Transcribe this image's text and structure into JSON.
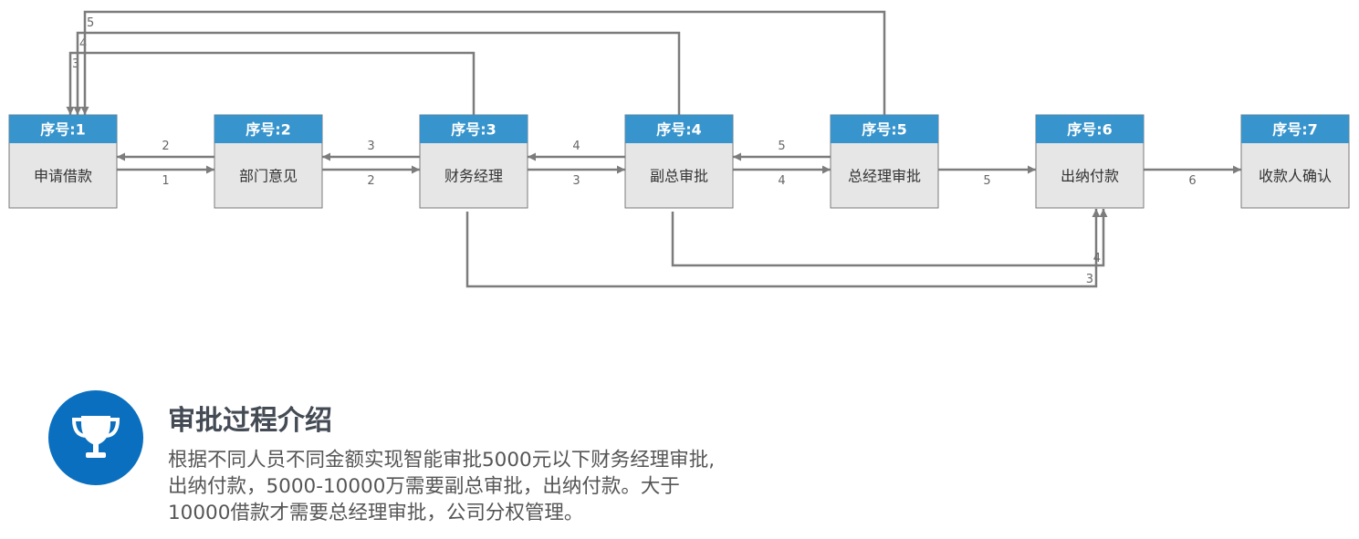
{
  "colors": {
    "header": "#3794cc",
    "body": "#e6e6e6",
    "border": "#7a7a7a",
    "edge": "#7c7c7c",
    "icon_bg": "#0a6fbe",
    "icon_fg": "#ffffff"
  },
  "nodes": [
    {
      "id": 1,
      "header": "序号:1",
      "label": "申请借款"
    },
    {
      "id": 2,
      "header": "序号:2",
      "label": "部门意见"
    },
    {
      "id": 3,
      "header": "序号:3",
      "label": "财务经理"
    },
    {
      "id": 4,
      "header": "序号:4",
      "label": "副总审批"
    },
    {
      "id": 5,
      "header": "序号:5",
      "label": "总经理审批"
    },
    {
      "id": 6,
      "header": "序号:6",
      "label": "出纳付款"
    },
    {
      "id": 7,
      "header": "序号:7",
      "label": "收款人确认"
    }
  ],
  "edges": {
    "forward": [
      {
        "from": 1,
        "to": 2,
        "label": "1"
      },
      {
        "from": 2,
        "to": 3,
        "label": "2"
      },
      {
        "from": 3,
        "to": 4,
        "label": "3"
      },
      {
        "from": 4,
        "to": 5,
        "label": "4"
      },
      {
        "from": 5,
        "to": 6,
        "label": "5"
      },
      {
        "from": 6,
        "to": 7,
        "label": "6"
      }
    ],
    "backward": [
      {
        "from": 2,
        "to": 1,
        "label": "2"
      },
      {
        "from": 3,
        "to": 2,
        "label": "3"
      },
      {
        "from": 4,
        "to": 3,
        "label": "4"
      },
      {
        "from": 5,
        "to": 4,
        "label": "5"
      }
    ],
    "return_to_start": [
      {
        "from": 3,
        "to": 1,
        "label": "3"
      },
      {
        "from": 4,
        "to": 1,
        "label": "4"
      },
      {
        "from": 5,
        "to": 1,
        "label": "5"
      }
    ],
    "to_cashier": [
      {
        "from": 3,
        "to": 6,
        "label": "3"
      },
      {
        "from": 4,
        "to": 6,
        "label": "4"
      }
    ]
  },
  "info": {
    "icon": "trophy-icon",
    "title": "审批过程介绍",
    "text": "根据不同人员不同金额实现智能审批5000元以下财务经理审批,\n出纳付款，5000-10000万需要副总审批，出纳付款。大于\n10000借款才需要总经理审批，公司分权管理。"
  }
}
